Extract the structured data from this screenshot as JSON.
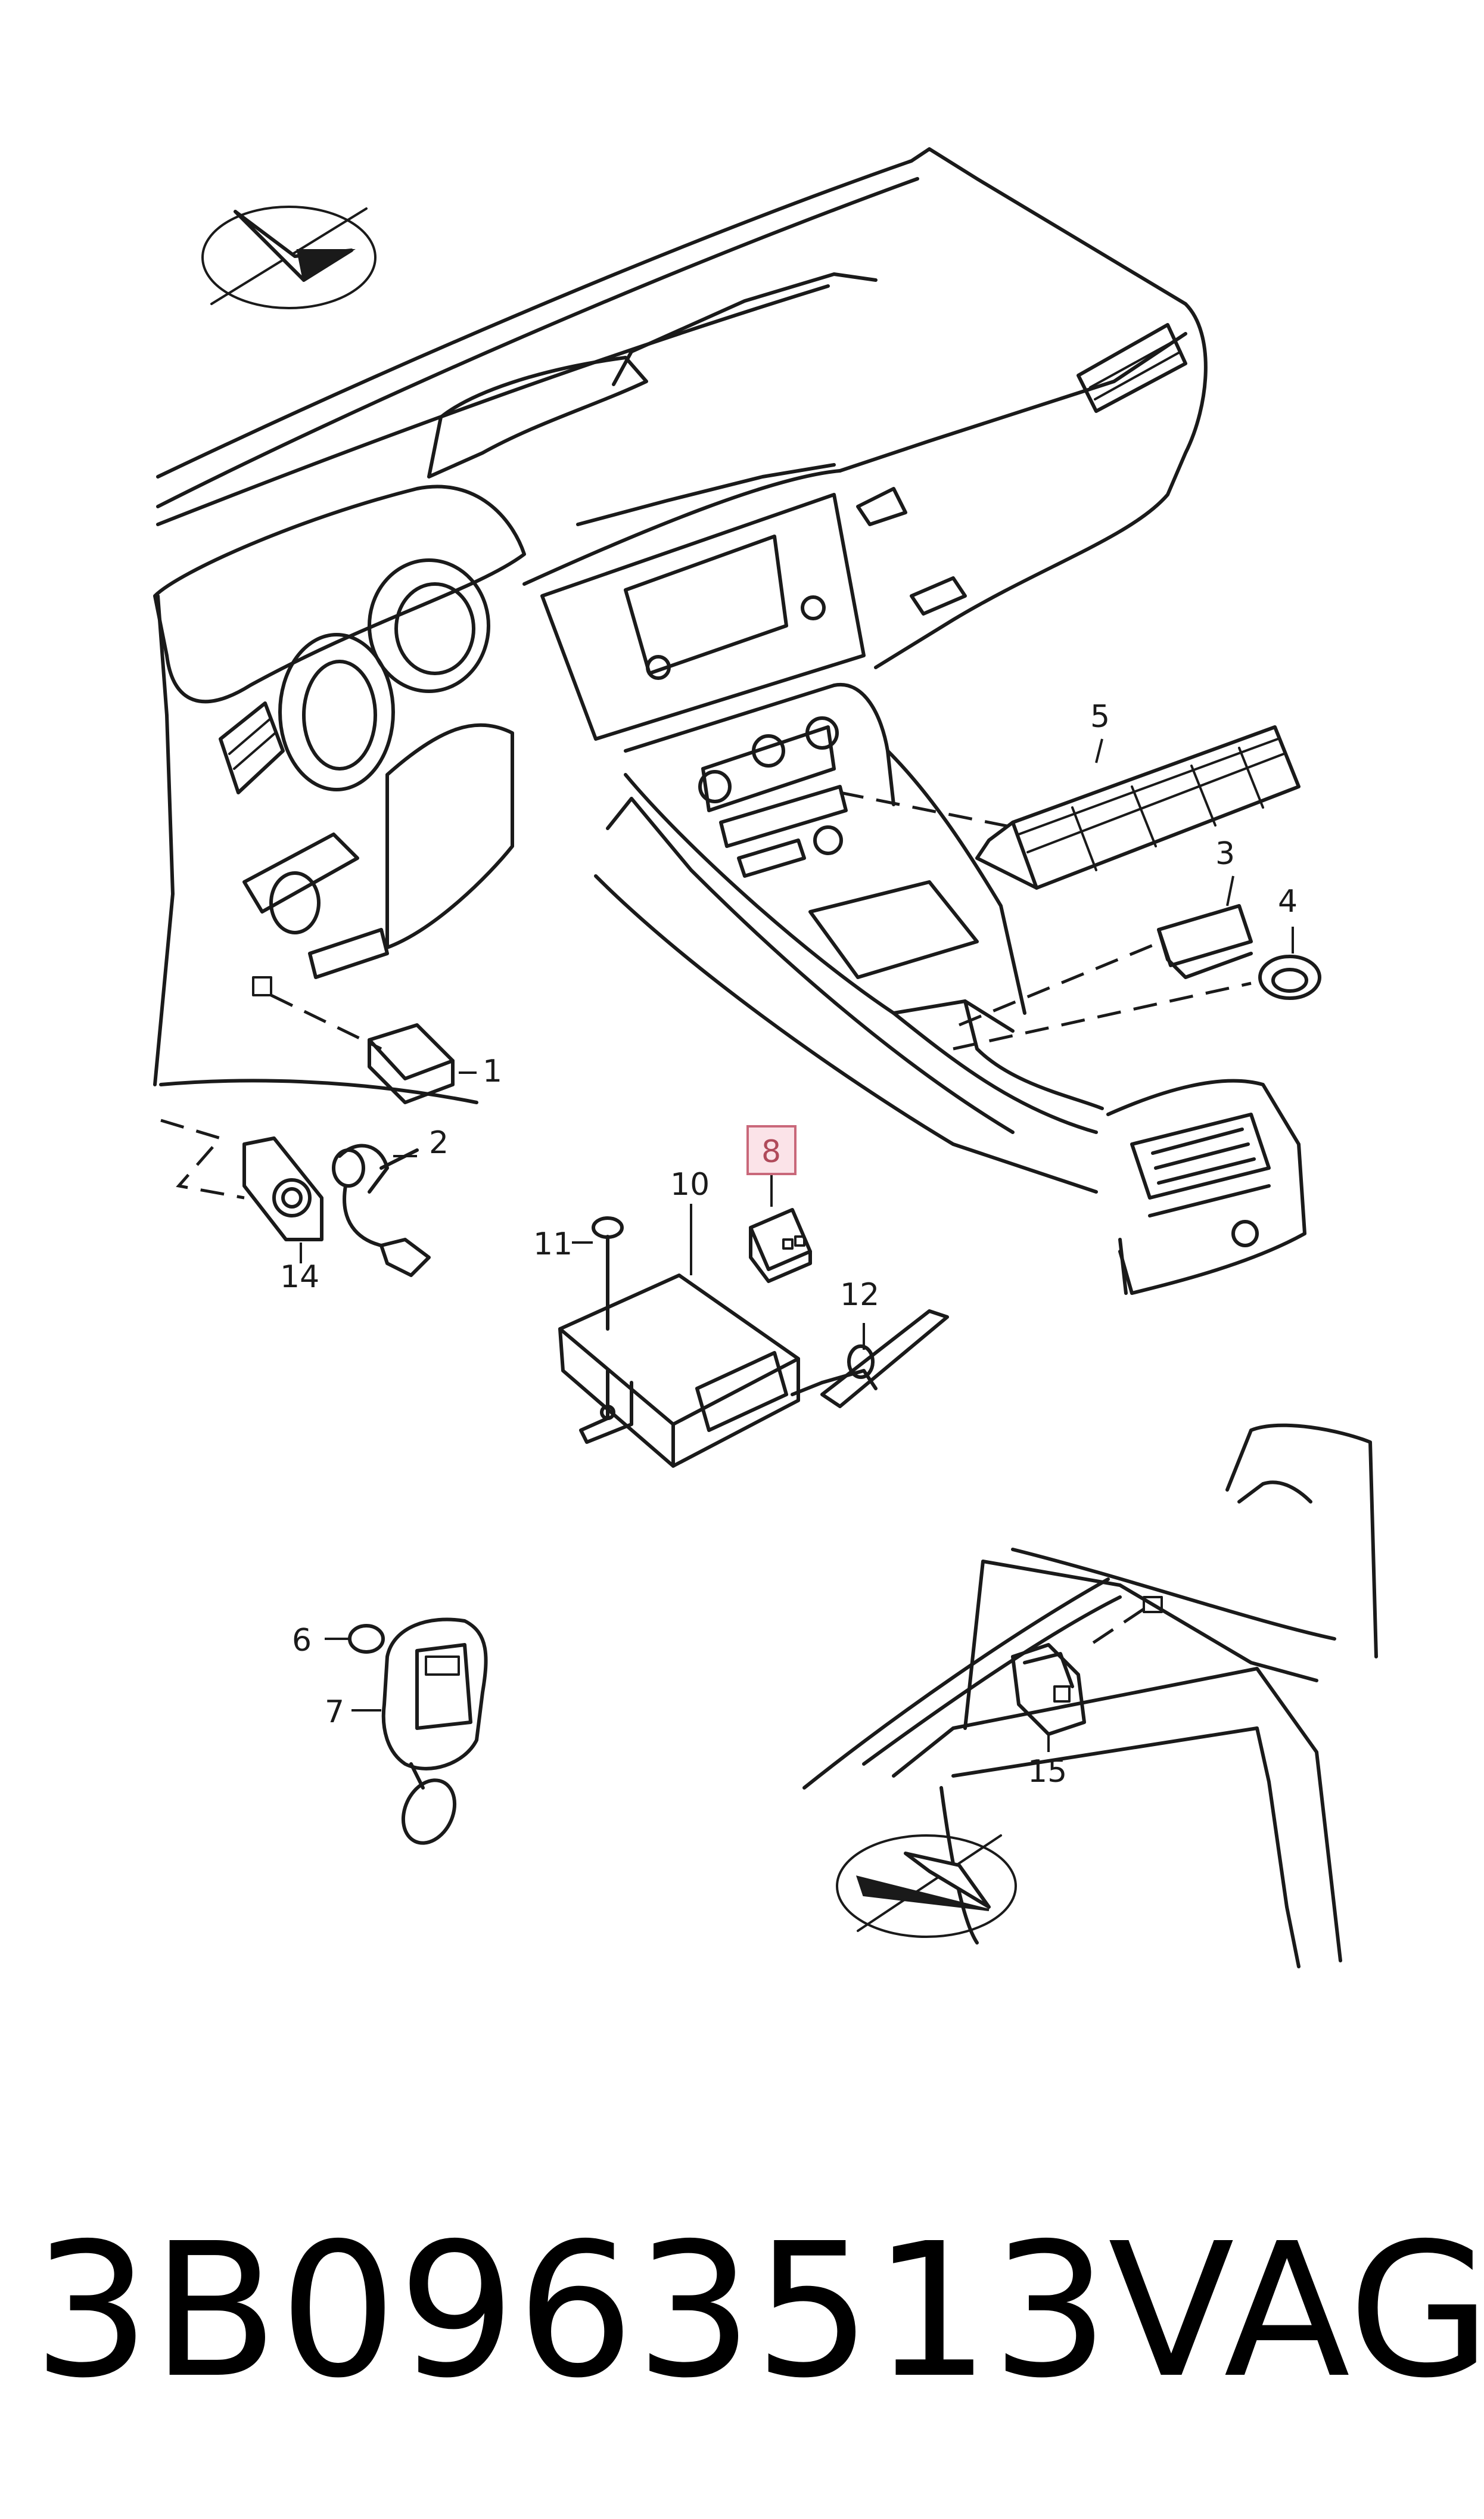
{
  "callouts": {
    "c1": "1",
    "c2": "2",
    "c3": "3",
    "c4": "4",
    "c5": "5",
    "c6": "6",
    "c7": "7",
    "c8": "8",
    "c10": "10",
    "c11": "11",
    "c12": "12",
    "c14": "14",
    "c15": "15"
  },
  "highlighted_callout": "8",
  "part_number": "3B0963513",
  "brand": "VAG",
  "colors": {
    "line": "#1a1a1a",
    "highlight_fill": "#fbe3e8",
    "highlight_stroke": "#c9687a"
  },
  "icons": [
    "direction-arrow-icon-top",
    "direction-arrow-icon-bottom"
  ]
}
